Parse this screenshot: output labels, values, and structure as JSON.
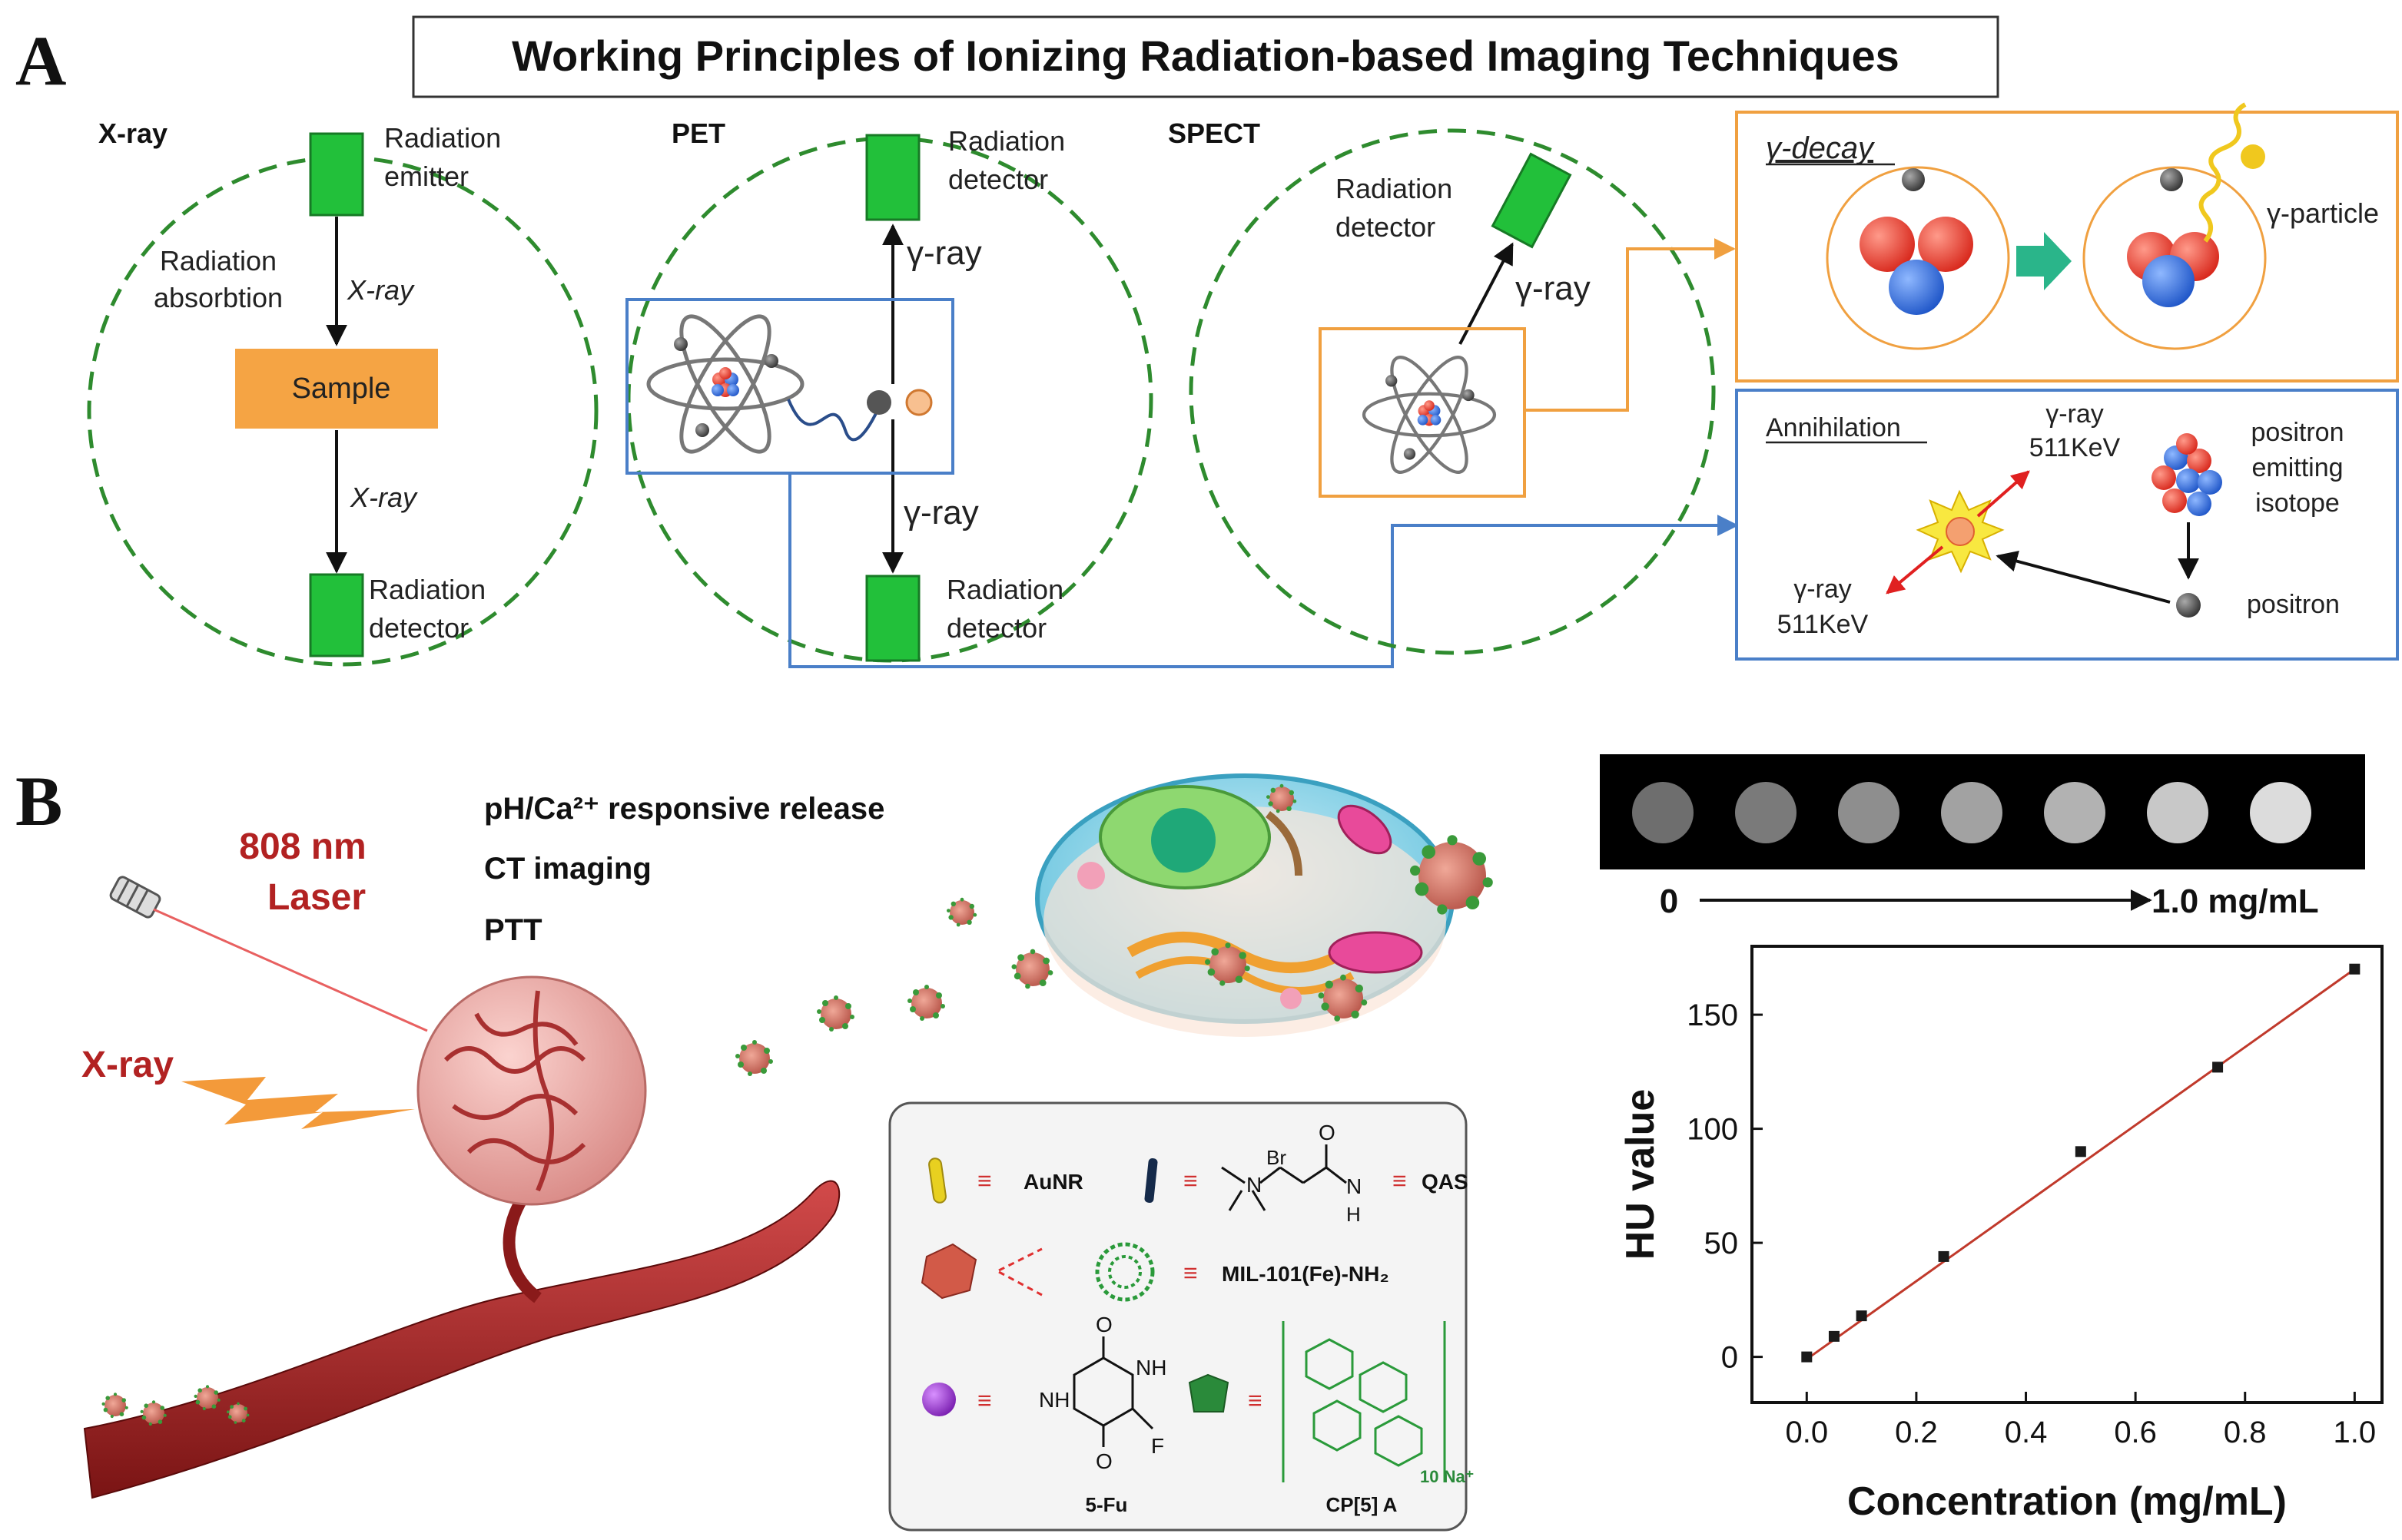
{
  "panel_a": {
    "letter": "A",
    "title": "Working Principles of Ionizing Radiation-based Imaging Techniques",
    "xray": {
      "heading": "X-ray",
      "emitter_line1": "Radiation",
      "emitter_line2": "emitter",
      "absorb_line1": "Radiation",
      "absorb_line2": "absorbtion",
      "ray_top": "X-ray",
      "sample": "Sample",
      "ray_bottom": "X-ray",
      "detector_line1": "Radiation",
      "detector_line2": "detector"
    },
    "pet": {
      "heading": "PET",
      "top_det_line1": "Radiation",
      "top_det_line2": "detector",
      "ray_up": "γ-ray",
      "ray_down": "γ-ray",
      "bottom_det_line1": "Radiation",
      "bottom_det_line2": "detector"
    },
    "spect": {
      "heading": "SPECT",
      "det_line1": "Radiation",
      "det_line2": "detector",
      "ray": "γ-ray"
    },
    "gamma_decay": {
      "title": "γ-decay",
      "particle": "γ-particle"
    },
    "annihilation": {
      "title": "Annihilation",
      "ray1_line1": "γ-ray",
      "ray1_line2": "511KeV",
      "ray2_line1": "γ-ray",
      "ray2_line2": "511KeV",
      "isotope_line1": "positron",
      "isotope_line2": "emitting",
      "isotope_line3": "isotope",
      "positron": "positron"
    }
  },
  "panel_b": {
    "letter": "B",
    "laser_line1": "808 nm",
    "laser_line2": "Laser",
    "xray": "X-ray",
    "functions": [
      "pH/Ca²⁺ responsive release",
      "CT imaging",
      "PTT"
    ],
    "phantom_start": "0",
    "phantom_end": "1.0 mg/mL",
    "legend": {
      "aunr": "AuNR",
      "qas": "QAS",
      "br": "Br",
      "nplus": "N",
      "h": "H",
      "n": "N",
      "mil": "MIL-101(Fe)-NH₂",
      "fu": "5-Fu",
      "cp5a": "CP[5] A",
      "na": "10 Na⁺",
      "fu_o1": "O",
      "fu_o2": "O",
      "fu_nh1": "NH",
      "fu_nh2": "NH",
      "fu_f": "F",
      "qas_o": "O",
      "eq": "≡"
    }
  },
  "chart_data": {
    "type": "scatter",
    "title": "",
    "xlabel": "Concentration (mg/mL)",
    "ylabel": "HU value",
    "xlim": [
      -0.1,
      1.05
    ],
    "ylim": [
      -20,
      180
    ],
    "xticks": [
      0.0,
      0.2,
      0.4,
      0.6,
      0.8,
      1.0
    ],
    "xtick_labels": [
      "0.0",
      "0.2",
      "0.4",
      "0.6",
      "0.8",
      "1.0"
    ],
    "yticks": [
      0,
      50,
      100,
      150
    ],
    "ytick_labels": [
      "0",
      "50",
      "100",
      "150"
    ],
    "grid": false,
    "x": [
      0.0,
      0.05,
      0.1,
      0.25,
      0.5,
      0.75,
      1.0
    ],
    "y": [
      0,
      9,
      18,
      44,
      90,
      127,
      170
    ],
    "fit_line": {
      "x": [
        0.0,
        1.0
      ],
      "y": [
        -1,
        170
      ]
    },
    "marker_color": "#1a1a1a",
    "line_color": "#c0392b"
  },
  "colors": {
    "green_box": "#22c03a",
    "orange_box": "#f5a444",
    "dashed_green": "#2e8b2e",
    "blue_frame": "#4a7fc8",
    "orange_frame": "#f0a040",
    "dark_red_text": "#b22222",
    "tumor": "#e8a0a0",
    "vessel": "#a82828"
  },
  "icons": {
    "atom": "atom-icon",
    "laser": "laser-pointer-icon",
    "lightning": "lightning-bolt-icon",
    "cell": "cell-illustration",
    "tumor": "tumor-illustration"
  }
}
